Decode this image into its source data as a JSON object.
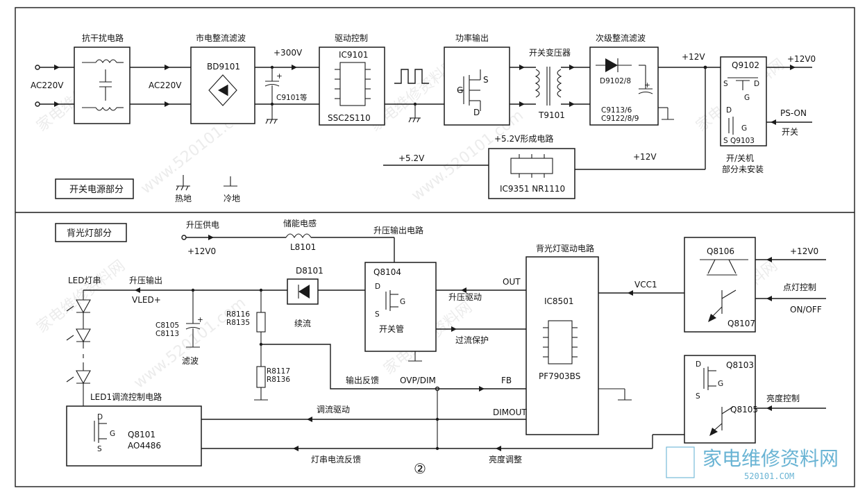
{
  "section_top": "开关电源部分",
  "section_bottom": "背光灯部分",
  "top": {
    "emi_title": "抗干扰电路",
    "ac_in": "AC220V",
    "ac_mid": "AC220V",
    "rect_title": "市电整流滤波",
    "bridge": "BD9101",
    "v300": "+300V",
    "cap_main": "C9101等",
    "drv_title": "驱动控制",
    "ic_main": "IC9101",
    "ic_part": "SSC2S110",
    "pwr_title": "功率输出",
    "xfmr_title": "开关变压器",
    "xfmr": "T9101",
    "sec_title": "次级整流滤波",
    "diode_sec": "D9102/8",
    "caps_sec_1": "C9113/6",
    "caps_sec_2": "C9122/8/9",
    "v12": "+12V",
    "v12b": "+12V",
    "q_top": "Q9102",
    "q_bot": "Q9103",
    "out12": "+12V0",
    "ps_on": "PS-ON",
    "switch": "开关",
    "onoff_note_1": "开/关机",
    "onoff_note_2": "部分未安装",
    "v52_title": "+5.2V形成电路",
    "v52": "+5.2V",
    "ic52": "IC9351  NR1110",
    "hot_gnd": "热地",
    "cold_gnd": "冷地",
    "pin_s": "S",
    "pin_g": "G",
    "pin_d": "D"
  },
  "bottom": {
    "boost_supply": "升压供电",
    "v12in": "+12V0",
    "inductor_title": "储能电感",
    "inductor": "L8101",
    "boost_out_ckt": "升压输出电路",
    "led_title": "LED灯串",
    "boost_out": "升压输出",
    "vled": "VLED+",
    "diode": "D8101",
    "freewheel": "续流",
    "q_boost": "Q8104",
    "switch_tube": "开关管",
    "out": "OUT",
    "boost_drive": "升压驱动",
    "ocp": "过流保护",
    "caps_1": "C8105",
    "caps_2": "C8113",
    "filter": "滤波",
    "res_top_1": "R8116",
    "res_top_2": "R8135",
    "res_bot_1": "R8117",
    "res_bot_2": "R8136",
    "out_fb": "输出反馈",
    "ovp": "OVP/DIM",
    "fb": "FB",
    "drv_title": "背光灯驱动电路",
    "ic_drv": "IC8501",
    "ic_drv_part": "PF7903BS",
    "vcc1": "VCC1",
    "dimout": "DIMOUT",
    "dim_drive": "调流驱动",
    "q8106": "Q8106",
    "q8107": "Q8107",
    "v12in_r": "+12V0",
    "light_ctrl": "点灯控制",
    "on_off": "ON/OFF",
    "q8103": "Q8103",
    "q8105": "Q8105",
    "bright_ctrl": "亮度控制",
    "bright_adj": "亮度调整",
    "led_ctrl_title": "LED1调流控制电路",
    "q8101": "Q8101",
    "q8101_part": "AO4486",
    "led_fb": "灯串电流反馈",
    "page_no": "②",
    "pin_s": "S",
    "pin_g": "G",
    "pin_d": "D"
  },
  "watermark": {
    "site": "www.520101.com",
    "cn": "家电维修资料网",
    "logo_cn": "家电维修资料网",
    "logo_url": "520101.COM"
  }
}
